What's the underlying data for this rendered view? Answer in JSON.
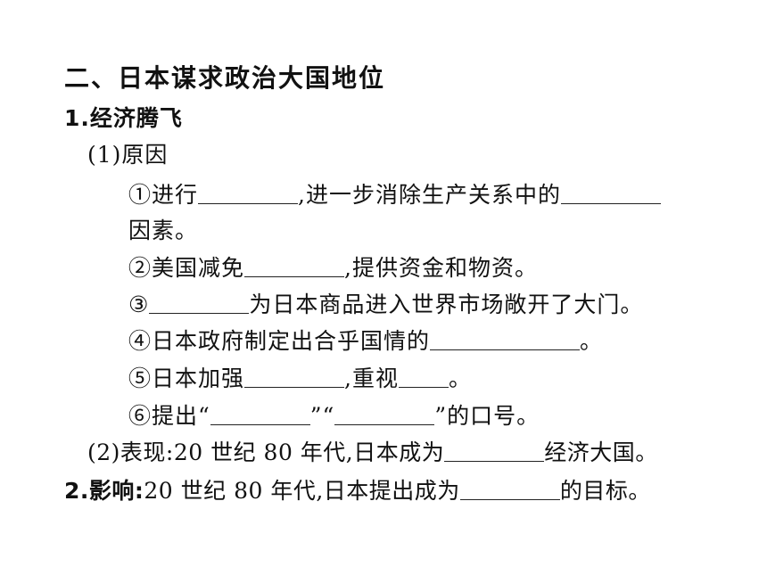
{
  "section_title": "二、日本谋求政治大国地位",
  "item1": {
    "heading": "1.经济腾飞"
  },
  "sub1": {
    "label": "(1)原因"
  },
  "reasons": {
    "r1_a": "①进行",
    "r1_b": ",进一步消除生产关系中的",
    "r1_c": "因素。",
    "r2_a": "②美国减免",
    "r2_b": ",提供资金和物资。",
    "r3_a": "③",
    "r3_b": "为日本商品进入世界市场敞开了大门。",
    "r4_a": "④日本政府制定出合乎国情的",
    "r4_b": "。",
    "r5_a": "⑤日本加强",
    "r5_b": ",重视",
    "r5_c": "。",
    "r6_a": "⑥提出“",
    "r6_b": "”“",
    "r6_c": "”的口号。"
  },
  "sub2": {
    "label": "(2)表现:",
    "text_a": "20 世纪 80 年代,日本成为",
    "text_b": "经济大国。"
  },
  "item2": {
    "heading": "2.影响:",
    "text_a": "20 世纪 80 年代,日本提出成为",
    "text_b": "的目标。"
  }
}
